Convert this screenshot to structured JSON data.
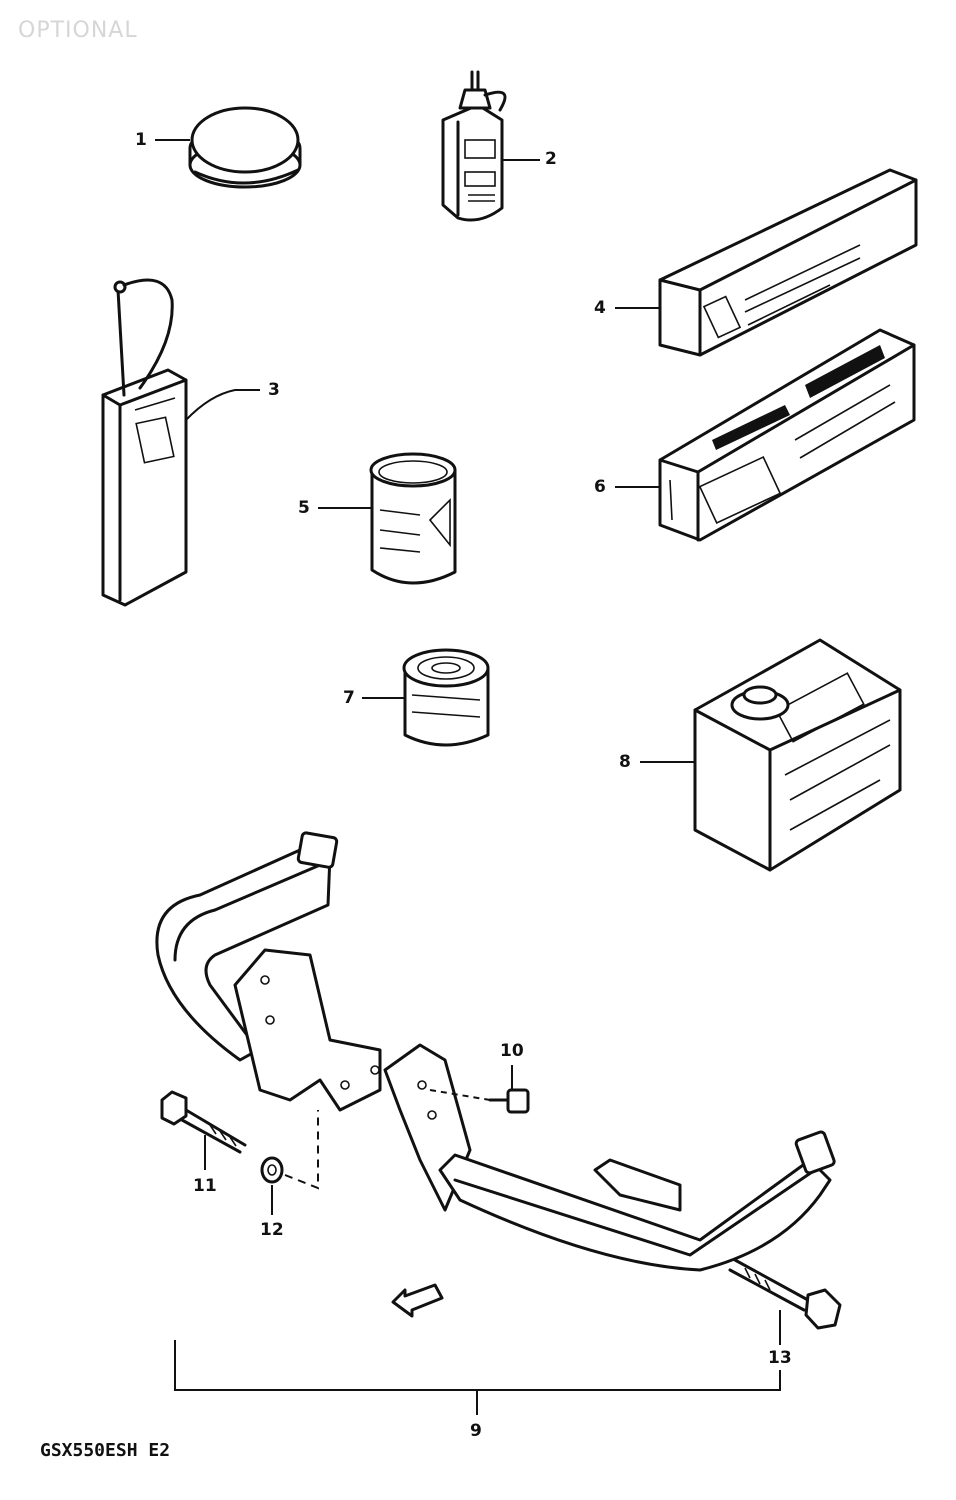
{
  "header": {
    "section_label": "OPTIONAL"
  },
  "footer": {
    "model_code": "GSX550ESH E2"
  },
  "callouts": {
    "c1": "1",
    "c2": "2",
    "c3": "3",
    "c4": "4",
    "c5": "5",
    "c6": "6",
    "c7": "7",
    "c8": "8",
    "c9": "9",
    "c10": "10",
    "c11": "11",
    "c12": "12",
    "c13": "13"
  },
  "icons": {
    "fwd_arrow": "front-direction-arrow-icon"
  }
}
